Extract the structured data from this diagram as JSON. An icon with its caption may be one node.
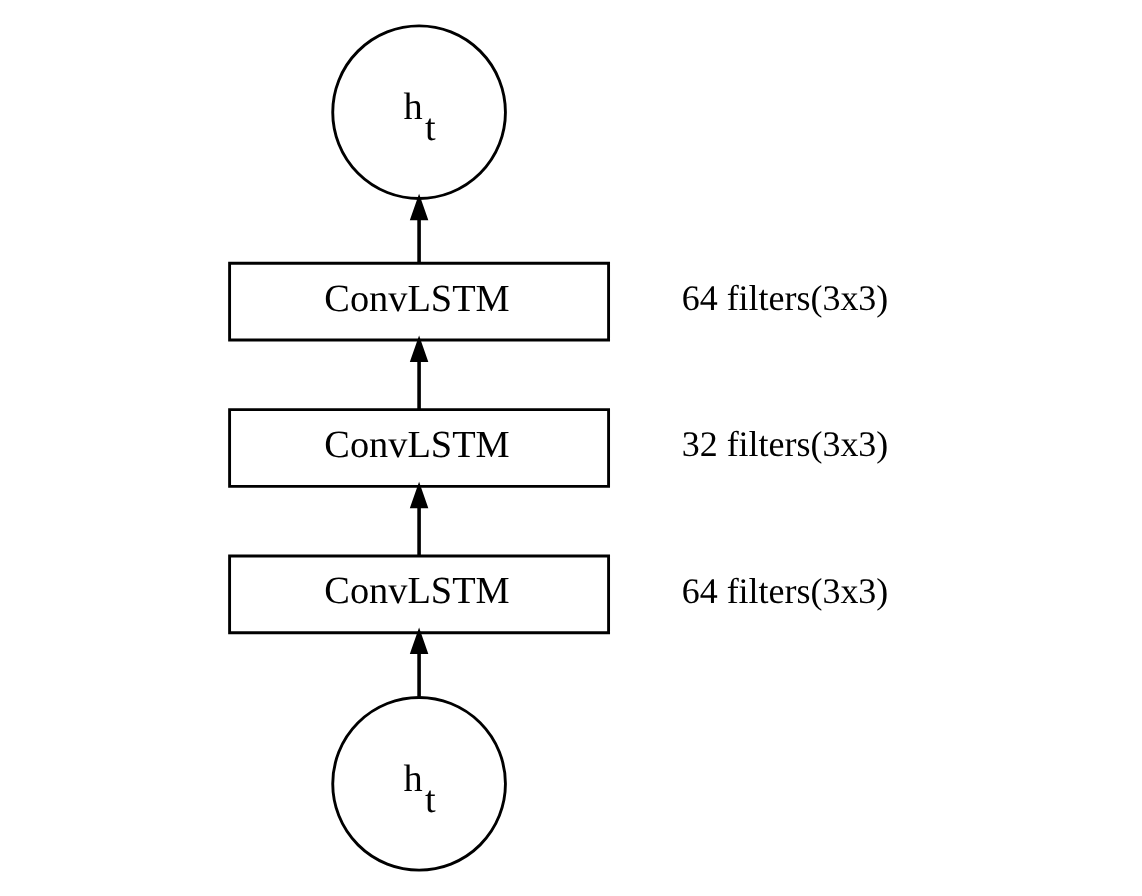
{
  "diagram": {
    "nodes": [
      {
        "text": [
          "h$_{t}$"
        ]
      },
      {
        "text": [
          "ConvLSTM"
        ],
        "beside": [
          "64 filters(3x3)"
        ]
      },
      {
        "text": [
          "ConvLSTM"
        ],
        "beside": [
          "32 filters(3x3)"
        ]
      },
      {
        "text": [
          "ConvLSTM"
        ],
        "beside": [
          "64 filters(3x3)"
        ]
      },
      {
        "text": [
          "h$_{t}$"
        ]
      }
    ],
    "edges": [
      {
        "from": 4,
        "to": 3,
        "arrow": "to"
      },
      {
        "from": 3,
        "to": 2,
        "arrow": "to"
      },
      {
        "from": 2,
        "to": 1,
        "arrow": "to"
      },
      {
        "from": 1,
        "to": 0,
        "arrow": "to"
      }
    ]
  }
}
